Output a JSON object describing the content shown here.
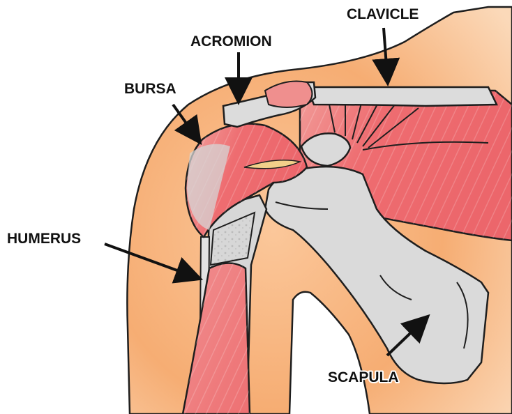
{
  "labels": {
    "clavicle": "CLAVICLE",
    "acromion": "ACROMION",
    "bursa": "BURSA",
    "humerus": "HUMERUS",
    "scapula": "SCAPULA"
  },
  "colors": {
    "skin_light": "#fde3c8",
    "skin": "#f7b27a",
    "skin_deep": "#f3a15e",
    "muscle": "#ee6b6e",
    "muscle_light": "#f4a3a0",
    "bone": "#dcdcdc",
    "outline": "#1e1e1e",
    "arrow": "#111111"
  },
  "icons": [
    "label-arrow-icon"
  ]
}
